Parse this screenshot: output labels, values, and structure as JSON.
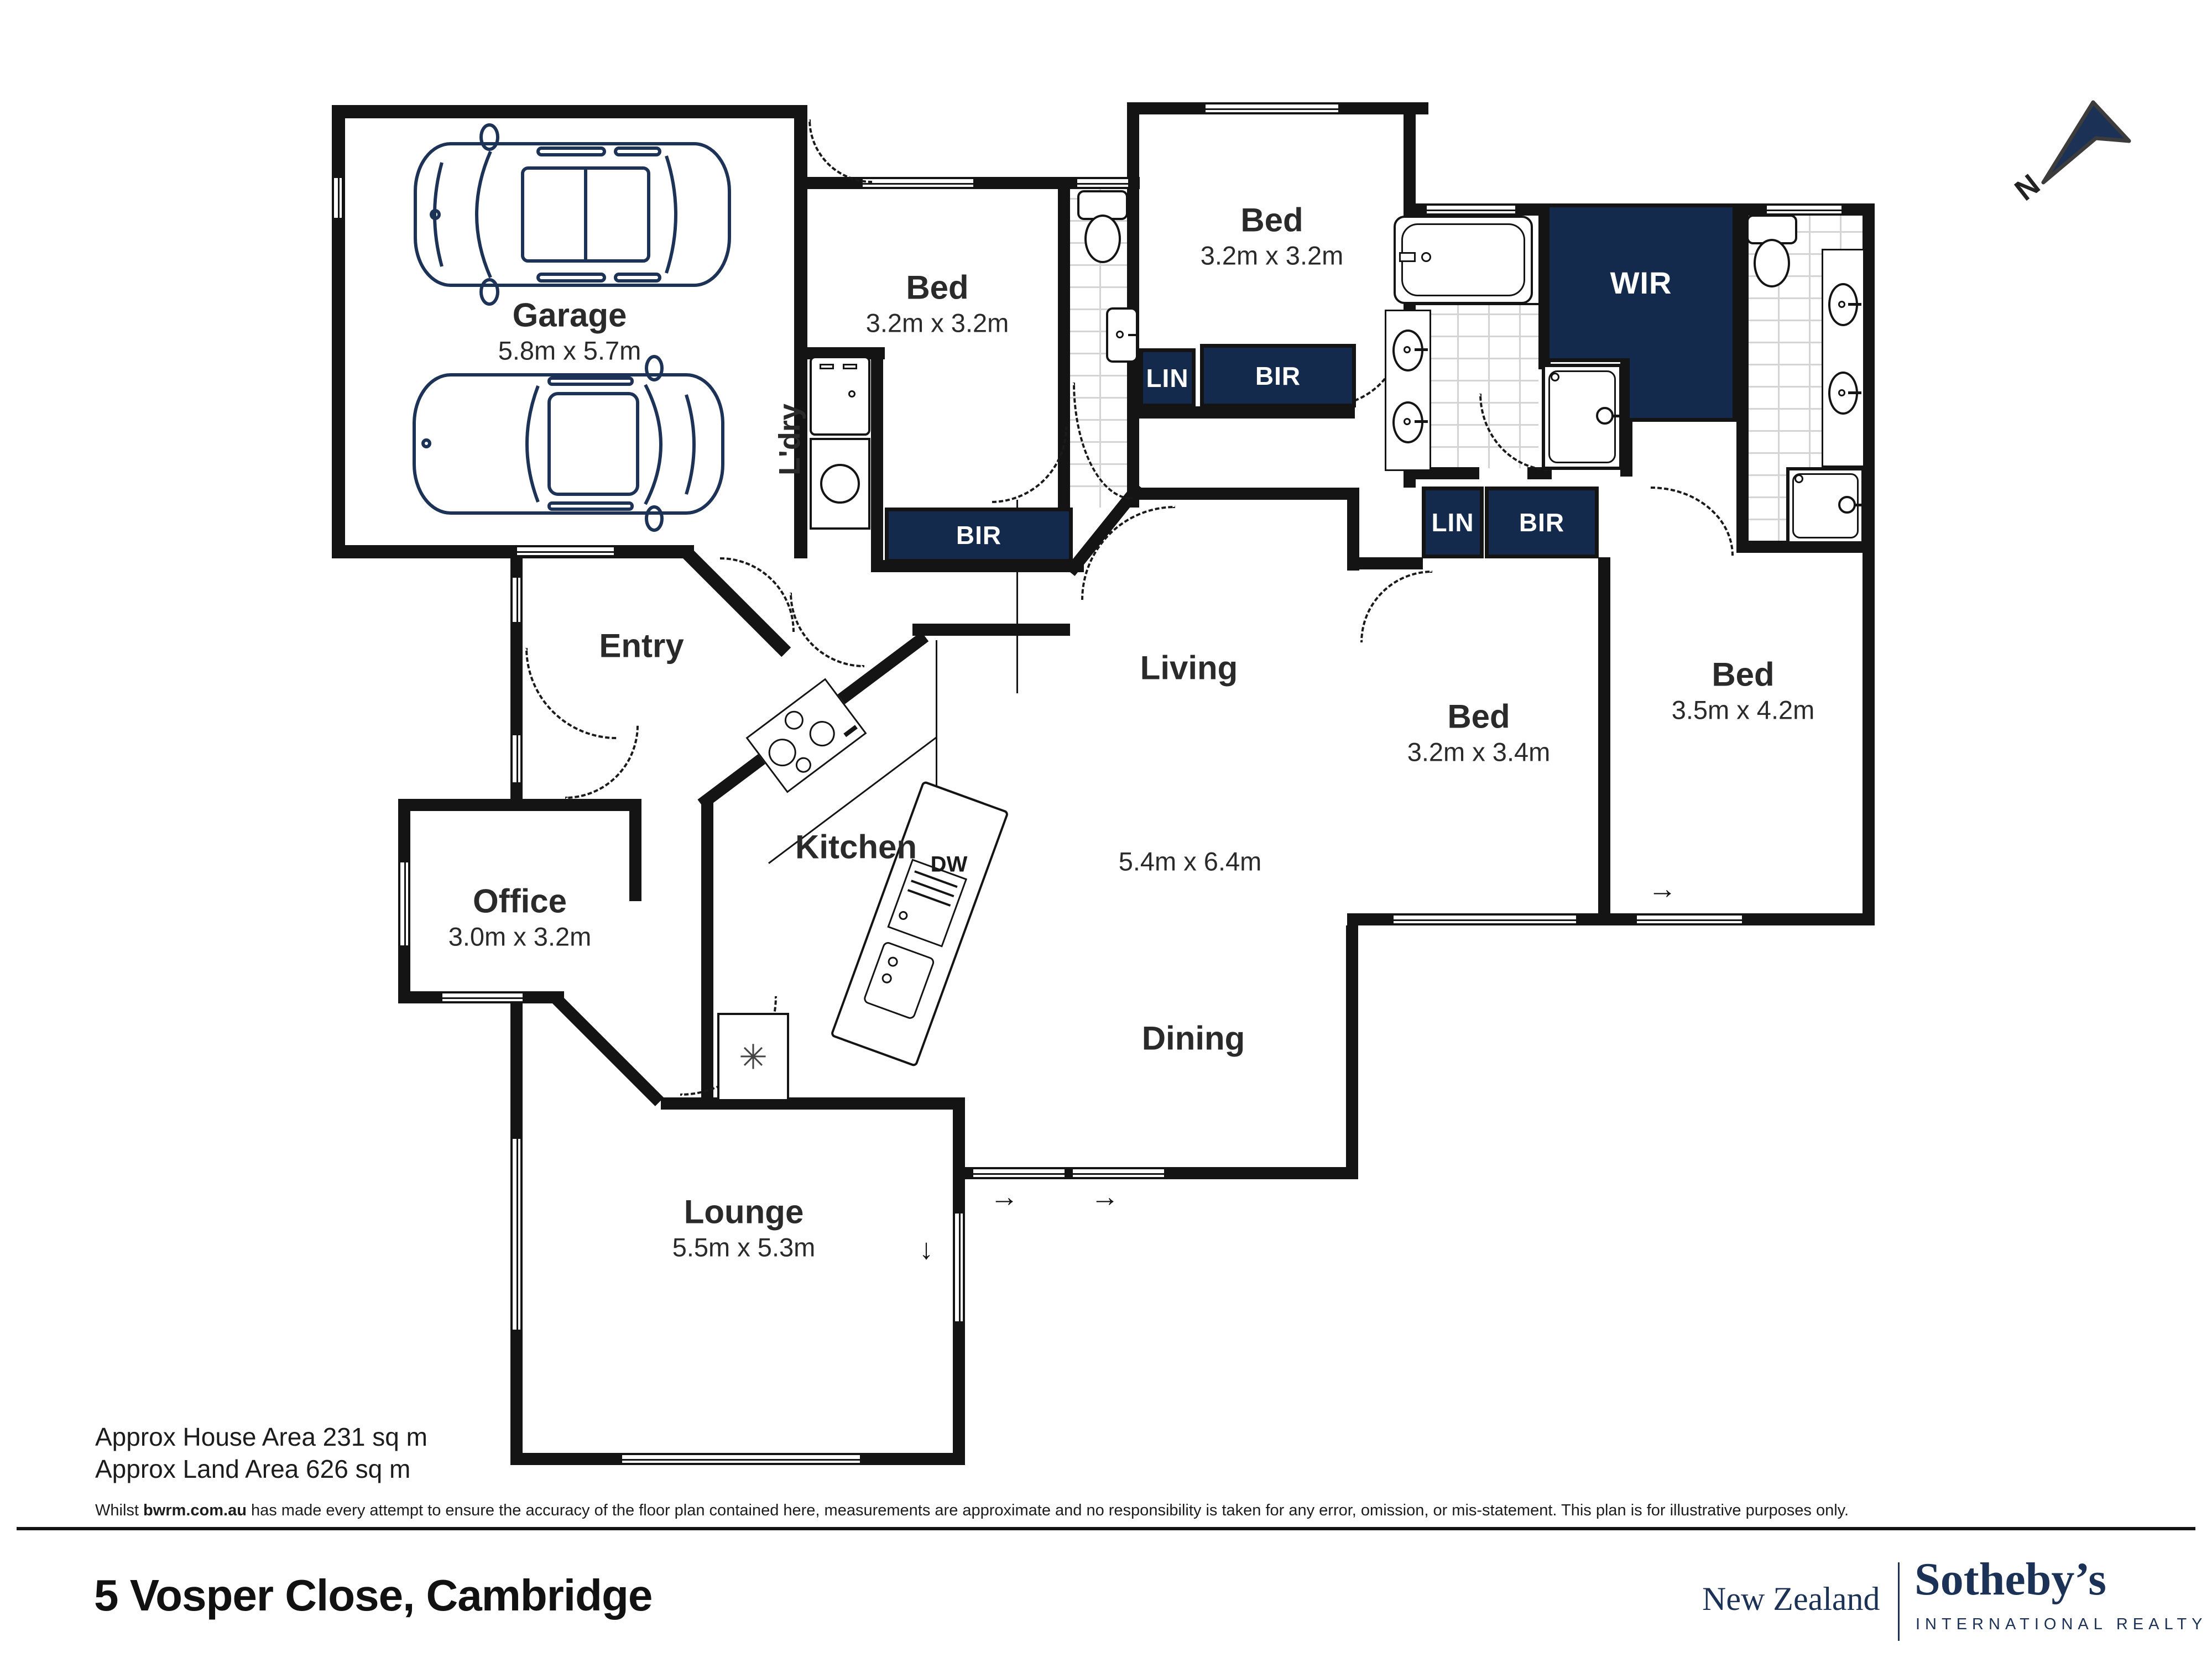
{
  "header": {
    "north_label": "N"
  },
  "rooms": {
    "garage": {
      "name": "Garage",
      "dims": "5.8m x 5.7m"
    },
    "bed1": {
      "name": "Bed",
      "dims": "3.2m x 3.2m"
    },
    "bed2": {
      "name": "Bed",
      "dims": "3.2m x 3.2m"
    },
    "bed3": {
      "name": "Bed",
      "dims": "3.2m x 3.4m"
    },
    "bed4": {
      "name": "Bed",
      "dims": "3.5m x 4.2m"
    },
    "living": {
      "name": "Living",
      "dims": "5.4m x 6.4m"
    },
    "dining": {
      "name": "Dining"
    },
    "kitchen": {
      "name": "Kitchen"
    },
    "entry": {
      "name": "Entry"
    },
    "office": {
      "name": "Office",
      "dims": "3.0m x 3.2m"
    },
    "lounge": {
      "name": "Lounge",
      "dims": "5.5m x 5.3m"
    },
    "laundry": {
      "name": "L'dry"
    }
  },
  "closets": {
    "bir": "BIR",
    "lin": "LIN",
    "wir": "WIR"
  },
  "fixtures": {
    "dishwasher_label": "DW"
  },
  "icons": {
    "arrow_right": "→",
    "arrow_down": "↓",
    "pantry_fan": "✳"
  },
  "areas": {
    "house": "Approx House Area 231 sq m",
    "land": "Approx Land Area 626 sq m"
  },
  "disclaimer": {
    "prefix": "Whilst ",
    "brand": "bwrm.com.au",
    "rest": " has made every attempt to ensure the accuracy of the floor plan contained here, measurements are approximate and no responsibility is taken for any error, omission, or mis-statement. This plan is for illustrative purposes only."
  },
  "footer": {
    "address": "5 Vosper Close, Cambridge",
    "brand_region": "New Zealand",
    "brand_name": "Sotheby’s",
    "brand_sub": "INTERNATIONAL REALTY"
  },
  "colors": {
    "navy_closet": "#142A4D",
    "brand_navy": "#1B3156",
    "wall": "#141414"
  }
}
